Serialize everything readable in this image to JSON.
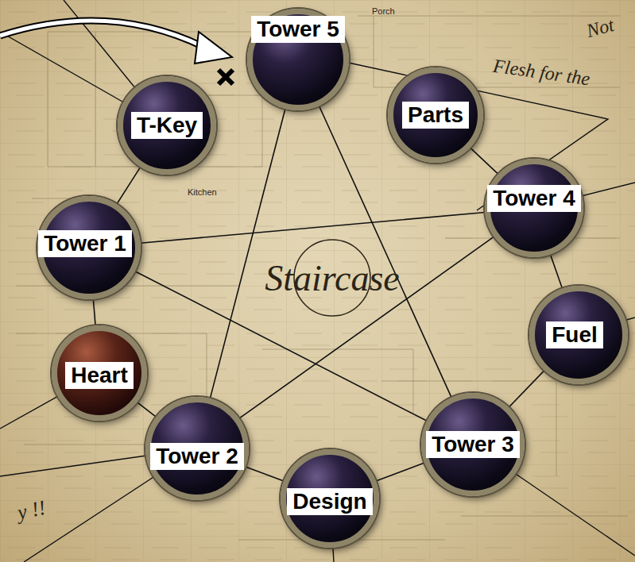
{
  "diagram": {
    "nodes": [
      {
        "text": [
          "Tower 5"
        ]
      },
      {
        "text": [
          "Parts"
        ]
      },
      {
        "text": [
          "Tower 4"
        ]
      },
      {
        "text": [
          "Fuel"
        ]
      },
      {
        "text": [
          "Tower 3"
        ]
      },
      {
        "text": [
          "Design"
        ]
      },
      {
        "text": [
          "Tower 2"
        ]
      },
      {
        "text": [
          "Heart"
        ]
      },
      {
        "text": [
          "Tower 1"
        ]
      },
      {
        "text": [
          "T-Key"
        ]
      }
    ],
    "edges": [
      {
        "from": 0,
        "to": 4,
        "arrow": "none"
      },
      {
        "from": 0,
        "to": 6,
        "arrow": "none"
      },
      {
        "from": 8,
        "to": 2,
        "arrow": "none"
      },
      {
        "from": 8,
        "to": 4,
        "arrow": "none"
      },
      {
        "from": 6,
        "to": 2,
        "arrow": "none"
      },
      {
        "from": 9,
        "to": 8,
        "arrow": "none"
      },
      {
        "from": 8,
        "to": 7,
        "arrow": "none"
      },
      {
        "from": 7,
        "to": 6,
        "arrow": "none"
      },
      {
        "from": 6,
        "to": 5,
        "arrow": "none"
      },
      {
        "from": 5,
        "to": 4,
        "arrow": "none"
      },
      {
        "from": 4,
        "to": 3,
        "arrow": "none"
      },
      {
        "from": 3,
        "to": 2,
        "arrow": "none"
      },
      {
        "from": 2,
        "to": 1,
        "arrow": "none"
      }
    ],
    "labels": [
      "Staircase",
      "Flesh for the",
      "Not",
      "y !!",
      "Porch",
      "Kitchen"
    ]
  }
}
